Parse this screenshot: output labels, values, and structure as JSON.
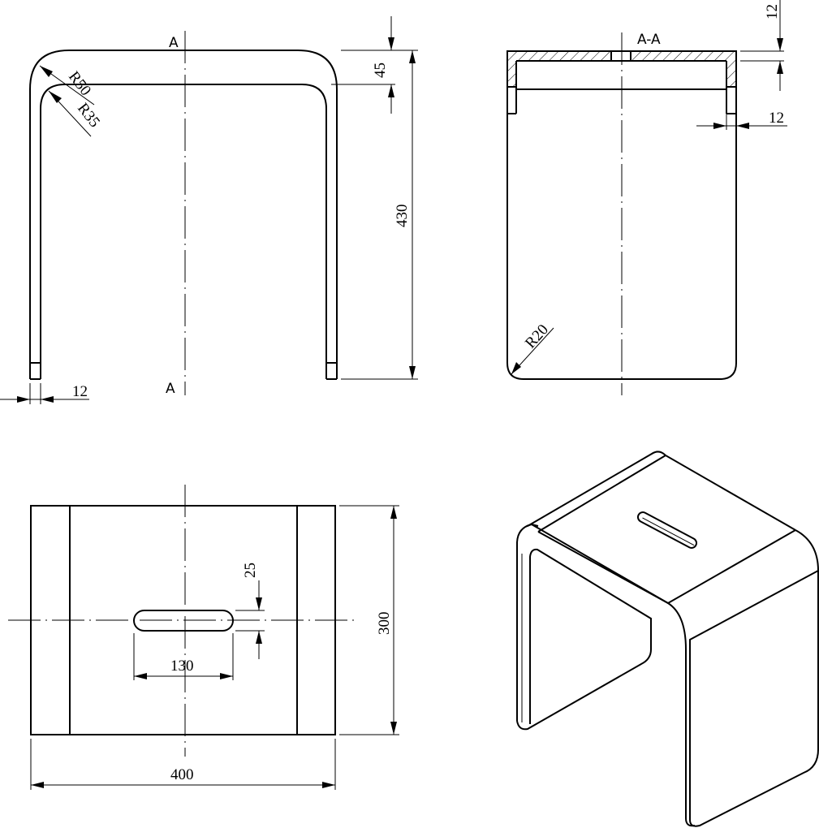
{
  "front_view": {
    "section_mark_top": "A",
    "section_mark_bottom": "A",
    "dim_thickness_top": "45",
    "dim_height": "430",
    "dim_leg_thickness": "12",
    "radius_outer": "R50",
    "radius_inner": "R35"
  },
  "section_view": {
    "title": "A-A",
    "dim_top_thickness": "12",
    "dim_wall_thickness": "12",
    "radius_corner": "R20"
  },
  "top_view": {
    "dim_slot_width": "25",
    "dim_slot_length": "130",
    "dim_depth": "300",
    "dim_width": "400"
  },
  "colors": {
    "line": "#000000",
    "background": "#ffffff"
  }
}
